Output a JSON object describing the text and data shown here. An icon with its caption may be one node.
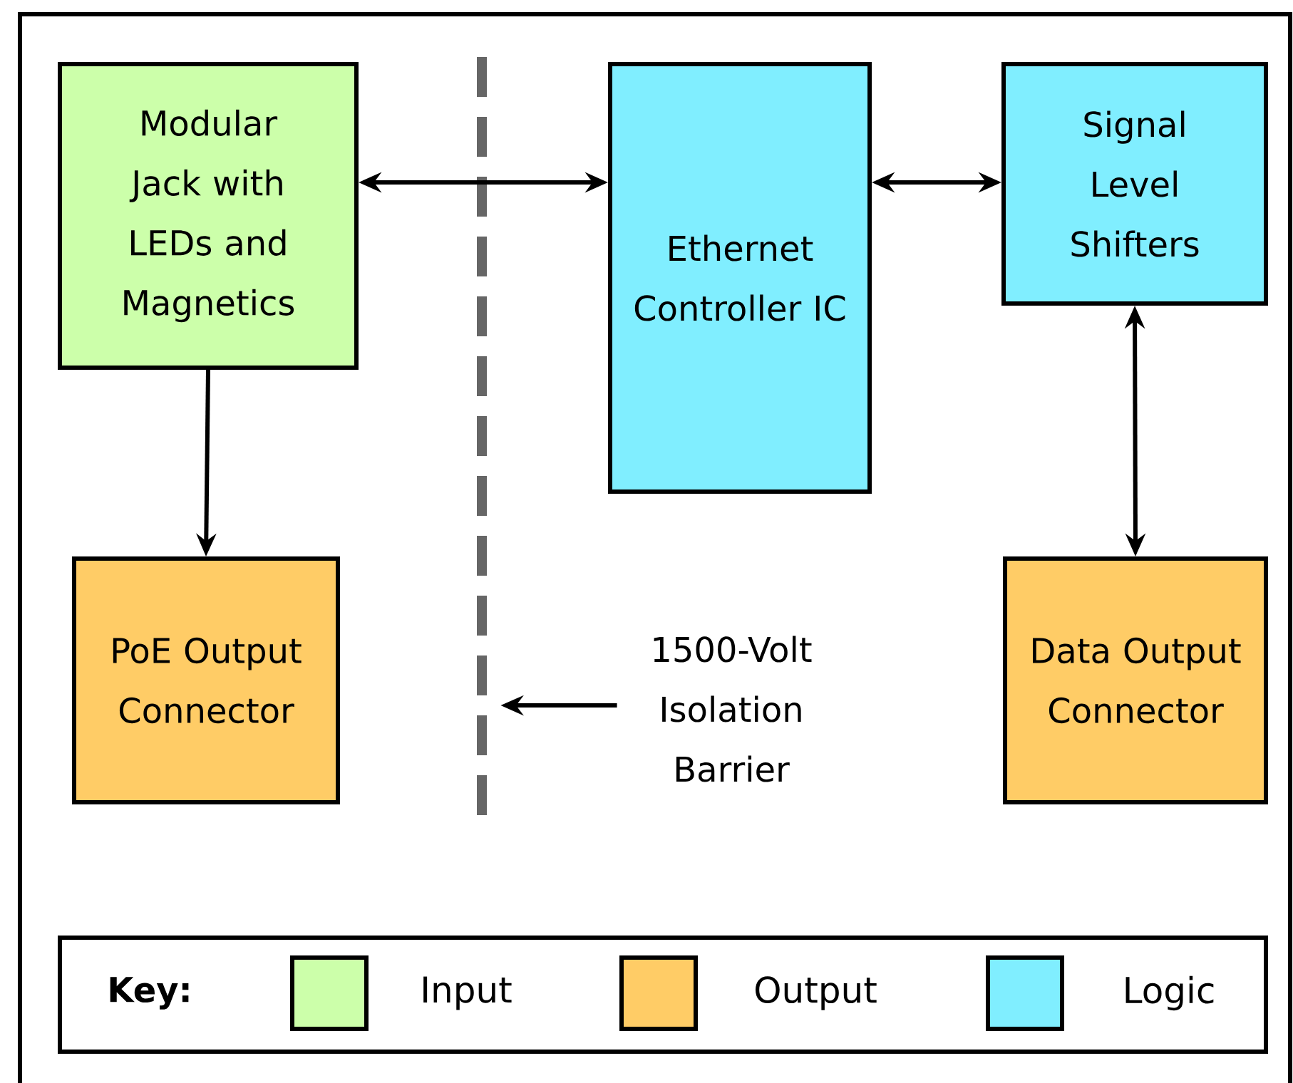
{
  "diagram": {
    "nodes": [
      {
        "text": [
          "Modular Jack with LEDs and Magnetics"
        ]
      },
      {
        "text": [
          "Ethernet Controller IC"
        ]
      },
      {
        "text": [
          "Signal Level Shifters"
        ]
      },
      {
        "text": [
          "PoE Output Connector"
        ]
      },
      {
        "text": [
          "1500-Volt Isolation Barrier"
        ]
      },
      {
        "text": [
          "Data Output Connector"
        ]
      },
      {
        "text": [],
        "shape": "bar"
      }
    ],
    "edges": [
      {
        "from": 0,
        "to": 1,
        "arrow": "both"
      },
      {
        "from": 1,
        "to": 2,
        "arrow": "both"
      },
      {
        "from": 0,
        "to": 3,
        "arrow": "to"
      },
      {
        "from": 2,
        "to": 5,
        "arrow": "both"
      },
      {
        "from": 4,
        "to": 6,
        "arrow": "to"
      }
    ],
    "labels": [
      "Key:"
    ],
    "legend": [
      {
        "text": "Input",
        "color": "#ccffaa"
      },
      {
        "text": "Output",
        "color": "#ffcc66"
      },
      {
        "text": "Logic",
        "color": "#80eeff"
      }
    ]
  }
}
